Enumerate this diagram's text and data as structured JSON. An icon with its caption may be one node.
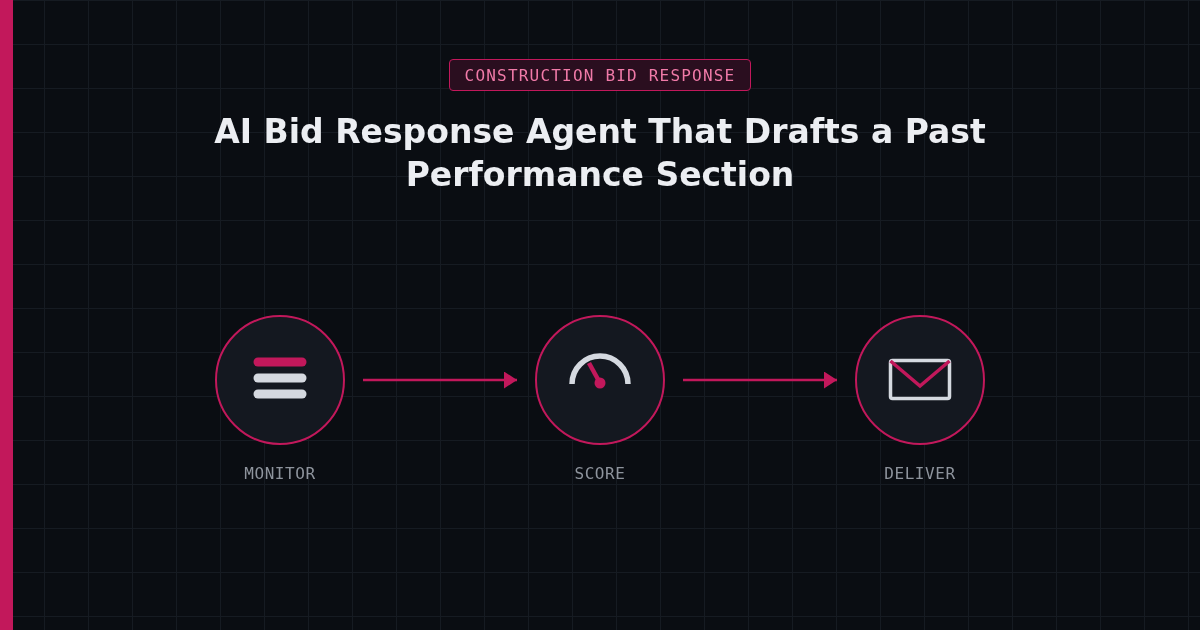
{
  "diagram": {
    "title": "AI Bid Response Agent That Drafts a Past Performance Section",
    "nodes": [
      {
        "text": [
          "CONSTRUCTION BID RESPONSE"
        ]
      },
      {
        "text": [
          "MONITOR"
        ]
      },
      {
        "text": [
          "SCORE"
        ]
      },
      {
        "text": [
          "DELIVER"
        ]
      }
    ],
    "edges": [
      {
        "from": 1,
        "to": 2,
        "arrow": "to"
      },
      {
        "from": 2,
        "to": 3,
        "arrow": "to"
      }
    ]
  }
}
